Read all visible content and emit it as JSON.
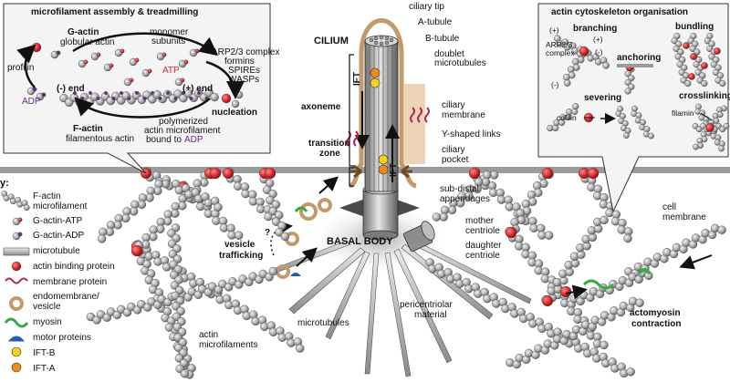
{
  "colors": {
    "actin_bead": "#a9a9a9",
    "abp_red": "#d8262b",
    "adp_purple": "#6a2a8a",
    "membrane": "#c49a6c",
    "myosin_green": "#3aa845",
    "motor_blue": "#1f5fb0",
    "ift_b_yellow": "#f2d21e",
    "ift_a_orange": "#f08a1c",
    "panel_bg": "#f4f4f4"
  },
  "left_panel": {
    "title": "microfilament assembly & treadmilling",
    "g_actin": "G-actin",
    "g_actin_sub": "globular actin",
    "monomer": "monomer",
    "subunits": "subunits",
    "profilin": "profilin",
    "atp": "ATP",
    "adp": "ADP",
    "minus_end": "(-) end",
    "plus_end": "(+) end",
    "f_actin": "F-actin",
    "f_actin_sub": "filamentous actin",
    "polymerized_1": "polymerized",
    "polymerized_2": "actin microfilament",
    "polymerized_3": "bound to",
    "polymerized_adp": "ADP",
    "nucleators": [
      "ARP2/3 complex",
      "formins",
      "SPIREs",
      "WASPs"
    ],
    "nucleation": "nucleation"
  },
  "cilium": {
    "title": "CILIUM",
    "ciliary_tip": "ciliary tip",
    "a_tubule": "A-tubule",
    "b_tubule": "B-tubule",
    "doublet_1": "doublet",
    "doublet_2": "microtubules",
    "axoneme": "axoneme",
    "ciliary_membrane_1": "ciliary",
    "ciliary_membrane_2": "membrane",
    "ift": "IFT",
    "transition_1": "transition",
    "transition_2": "zone",
    "y_links": "Y-shaped links",
    "pocket_1": "ciliary",
    "pocket_2": "pocket",
    "subdistal_1": "sub-distal",
    "subdistal_2": "appendages",
    "basal_body": "BASAL BODY",
    "mother_1": "mother",
    "mother_2": "centriole",
    "daughter_1": "daughter",
    "daughter_2": "centriole",
    "pcm_1": "pericentriolar",
    "pcm_2": "material",
    "microtubules": "microtubules"
  },
  "right_panel": {
    "title": "actin cytoskeleton organisation",
    "branching": "branching",
    "arp_1": "ARP2/3",
    "arp_2": "complex",
    "plus": "(+)",
    "minus": "(-)",
    "bundling": "bundling",
    "anchoring": "anchoring",
    "severing": "severing",
    "cofilin": "cofilin",
    "crosslinking": "crosslinking",
    "filamin": "filamin"
  },
  "scene": {
    "cell_membrane_1": "cell",
    "cell_membrane_2": "membrane",
    "vesicle_1": "vesicle",
    "vesicle_2": "trafficking",
    "question": "?",
    "actin_mf_1": "actin",
    "actin_mf_2": "microfilaments",
    "actomyosin_1": "actomyosin",
    "actomyosin_2": "contraction"
  },
  "legend": {
    "key": "y:",
    "items": [
      {
        "label_1": "F-actin",
        "label_2": "microfilament"
      },
      {
        "label_1": "G-actin-ATP"
      },
      {
        "label_1": "G-actin-ADP"
      },
      {
        "label_1": "microtubule"
      },
      {
        "label_1": "actin binding protein"
      },
      {
        "label_1": "membrane protein"
      },
      {
        "label_1": "endomembrane/",
        "label_2": "vesicle"
      },
      {
        "label_1": "myosin"
      },
      {
        "label_1": "motor proteins"
      },
      {
        "label_1": "IFT-B"
      },
      {
        "label_1": "IFT-A"
      }
    ]
  }
}
